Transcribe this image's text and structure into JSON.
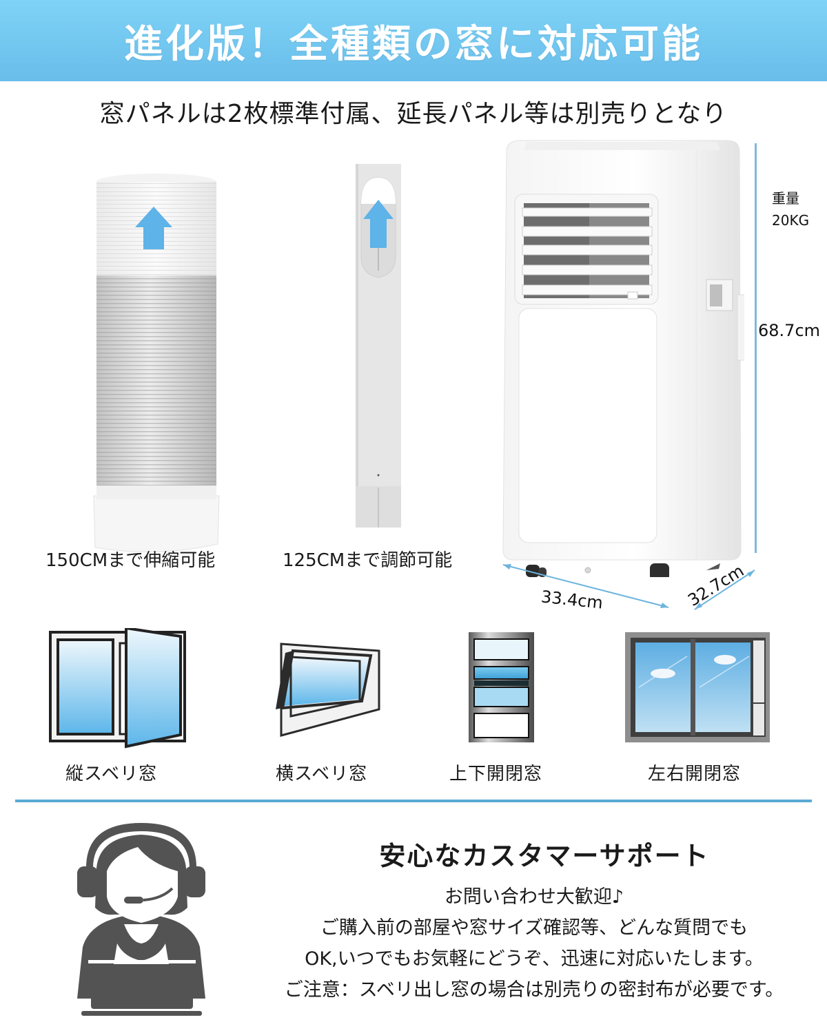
{
  "banner": {
    "title": "進化版！全種類の窓に対応可能",
    "bg_top": "#7fd3f7",
    "bg_bottom": "#68bdea"
  },
  "subtitle": "窓パネルは2枚標準付属、延長パネル等は別売りとなり",
  "products": {
    "hose": {
      "caption": "150CMまで伸縮可能",
      "icon": "exhaust-hose-image"
    },
    "panel": {
      "caption": "125CMまで調節可能",
      "icon": "window-panel-image"
    },
    "unit": {
      "icon": "portable-air-conditioner-image"
    }
  },
  "dimensions": {
    "weight_label": "重量",
    "weight_value": "20KG",
    "height": "68.7cm",
    "width": "33.4cm",
    "depth": "32.7cm",
    "arrow_color": "#6cb4dd"
  },
  "window_types": [
    {
      "label": "縦スベリ窓",
      "icon": "casement-window-icon"
    },
    {
      "label": "横スベリ窓",
      "icon": "awning-window-icon"
    },
    {
      "label": "上下開閉窓",
      "icon": "sash-window-icon"
    },
    {
      "label": "左右開閉窓",
      "icon": "sliding-window-icon"
    }
  ],
  "divider_color": "#5aaad4",
  "support": {
    "title": "安心なカスタマーサポート",
    "lines": [
      "お問い合わせ大歓迎♪",
      "ご購入前の部屋や窓サイズ確認等、どんな質問でも",
      "OK,いつでもお気軽にどうぞ、迅速に対応いたします。",
      "ご注意：スベリ出し窓の場合は別売りの密封布が必要です。"
    ],
    "icon": "customer-support-agent-icon"
  }
}
